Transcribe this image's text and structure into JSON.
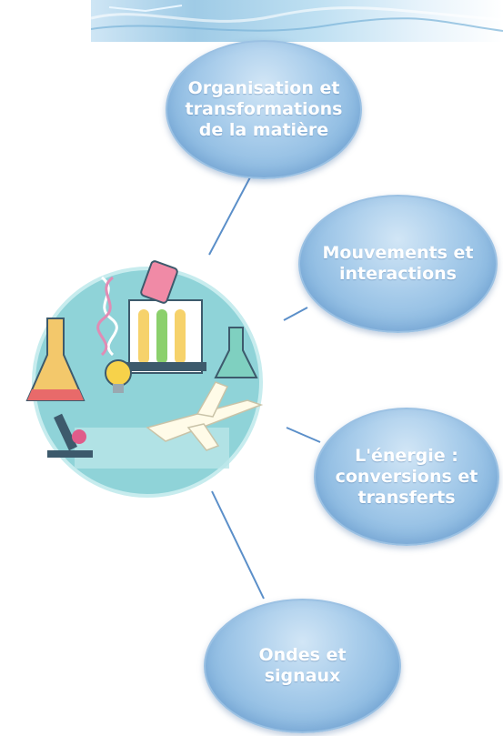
{
  "bubbles": [
    {
      "id": "matiere",
      "label": "Organisation et transformations de la matière"
    },
    {
      "id": "mouvements",
      "label": "Mouvements et interactions"
    },
    {
      "id": "energie",
      "label": "L'énergie : conversions et transferts"
    },
    {
      "id": "ondes",
      "label": "Ondes et signaux"
    }
  ],
  "colors": {
    "bubble_fill": "#86b6df",
    "bubble_text": "#ffffff",
    "connector": "#5b8fc9",
    "illustration_circle": "#8fd3d8"
  },
  "icons": [
    "flask-icon",
    "test-tube-rack-icon",
    "microscope-icon",
    "light-bulb-icon",
    "airplane-icon",
    "dna-icon"
  ]
}
